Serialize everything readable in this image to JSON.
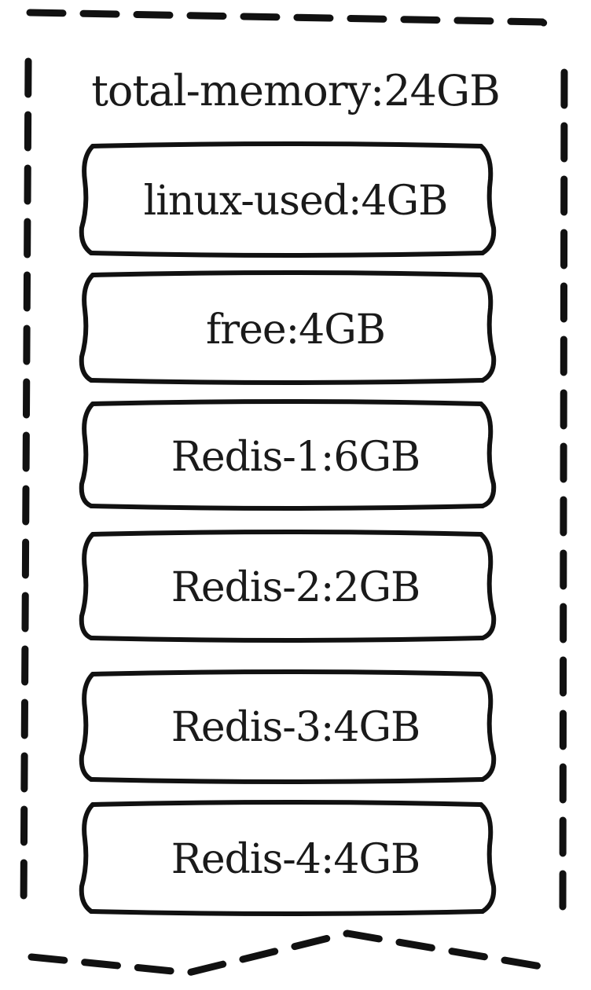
{
  "container": {
    "label": "total-memory:24GB"
  },
  "blocks": [
    {
      "label": "linux-used:4GB"
    },
    {
      "label": "free:4GB"
    },
    {
      "label": "Redis-1:6GB"
    },
    {
      "label": "Redis-2:2GB"
    },
    {
      "label": "Redis-3:4GB"
    },
    {
      "label": "Redis-4:4GB"
    }
  ],
  "colors": {
    "stroke": "#111111",
    "text": "#1a1a1a",
    "background": "#ffffff"
  }
}
